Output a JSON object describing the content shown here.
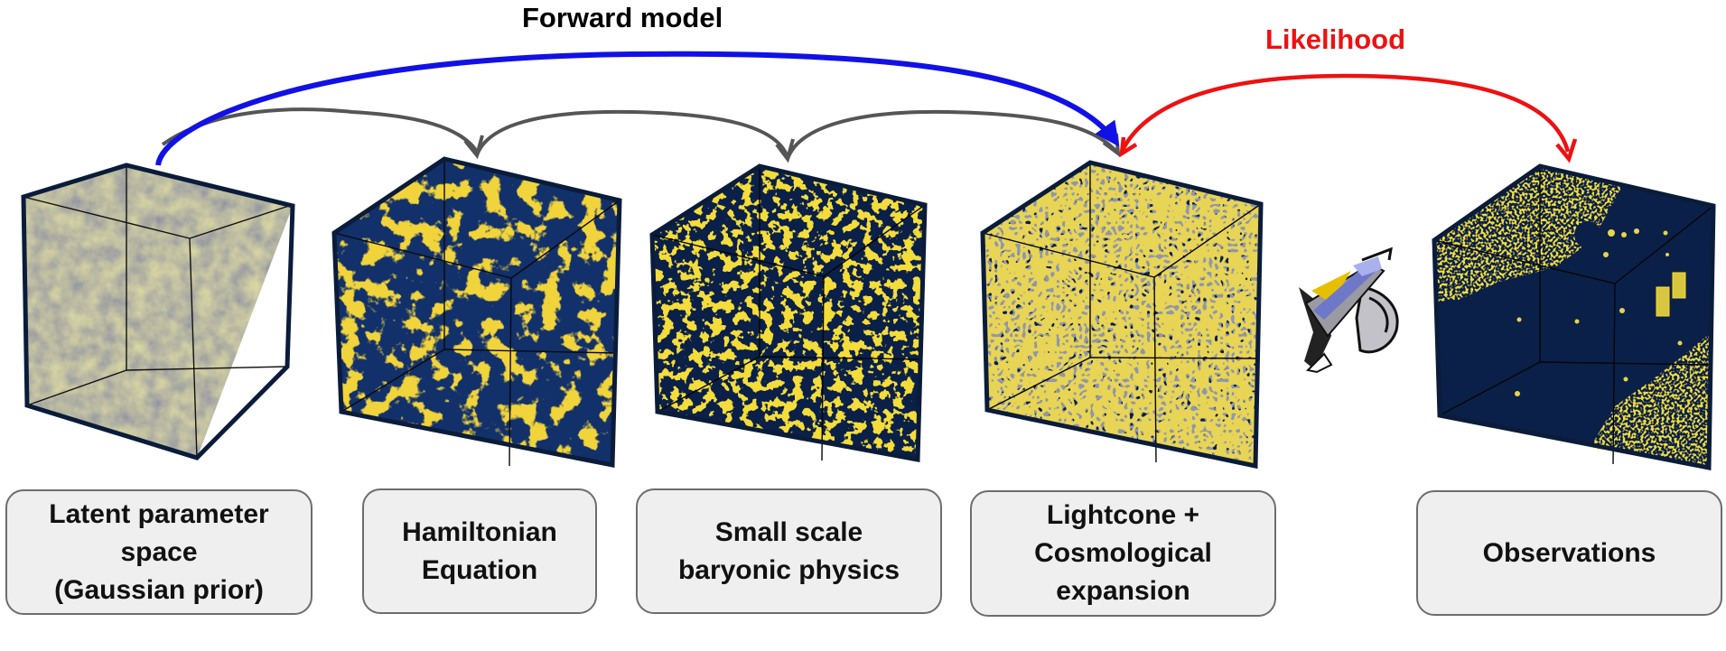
{
  "titles": {
    "forward_model": "Forward model",
    "likelihood": "Likelihood",
    "likelihood_color": "#ee1111"
  },
  "colors": {
    "forward_arrow": "#1111e6",
    "step_arrow": "#555555",
    "likelihood_arrow": "#ee1111",
    "cube_dark": "#0a2048",
    "cube_edge": "#1a1a1a",
    "yellow": "#f4dc3a"
  },
  "stages": [
    {
      "label": "Latent parameter\nspace\n(Gaussian prior)",
      "cube_style": "gaussian-noise"
    },
    {
      "label": "Hamiltonian\nEquation",
      "cube_style": "cosmic-web"
    },
    {
      "label": "Small scale\nbaryonic physics",
      "cube_style": "sparse-filaments"
    },
    {
      "label": "Lightcone +\nCosmological\nexpansion",
      "cube_style": "galaxy-points"
    },
    {
      "label": "Observations",
      "cube_style": "masked-survey"
    }
  ],
  "telescope": {
    "icon": "telescope-icon"
  }
}
